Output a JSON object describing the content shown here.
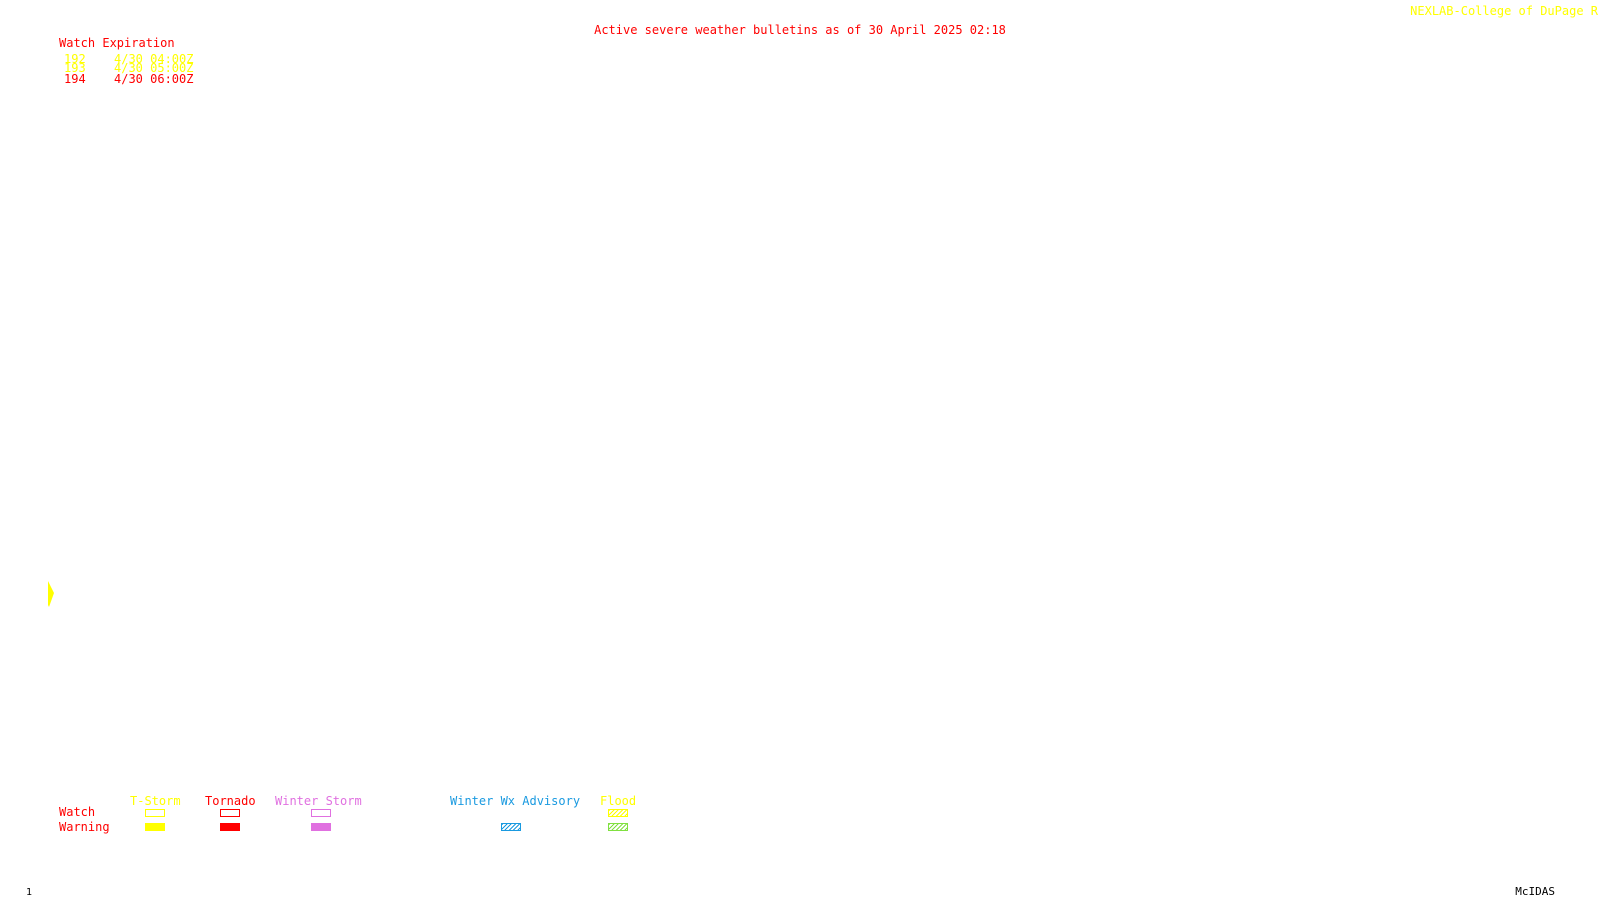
{
  "credit": "NEXLAB-College of DuPage R",
  "title": "Active severe weather bulletins as of 30 April 2025 02:18",
  "watch_table": {
    "header": "Watch Expiration",
    "rows": [
      {
        "number": "192",
        "expiration": "4/30 04:00Z",
        "color": "#ffff00"
      },
      {
        "number": "193",
        "expiration": "4/30 05:00Z",
        "color": "#ffff00"
      },
      {
        "number": "194",
        "expiration": "4/30 06:00Z",
        "color": "#ff0000"
      }
    ]
  },
  "legend": {
    "row_labels": [
      "Watch",
      "Warning"
    ],
    "categories": [
      {
        "label": "T-Storm",
        "color": "#ffff00",
        "watch_style": "outline",
        "warning_style": "filled"
      },
      {
        "label": "Tornado",
        "color": "#ff0000",
        "watch_style": "outline",
        "warning_style": "filled"
      },
      {
        "label": "Winter Storm",
        "color": "#e070e0",
        "watch_style": "outline",
        "warning_style": "filled"
      },
      {
        "label": "Winter Wx Advisory",
        "color": "#1a9ae0",
        "watch_style": "none",
        "warning_style": "hatched"
      },
      {
        "label": "Flood",
        "color": "#ffff00",
        "watch_style": "hatched",
        "warning_style": "hatched",
        "warning_color": "#80e040"
      }
    ]
  },
  "map_feature": {
    "type": "watch-polygon-sliver",
    "color": "#ffff00"
  },
  "footer": {
    "frame": "1",
    "software": "McIDAS"
  }
}
